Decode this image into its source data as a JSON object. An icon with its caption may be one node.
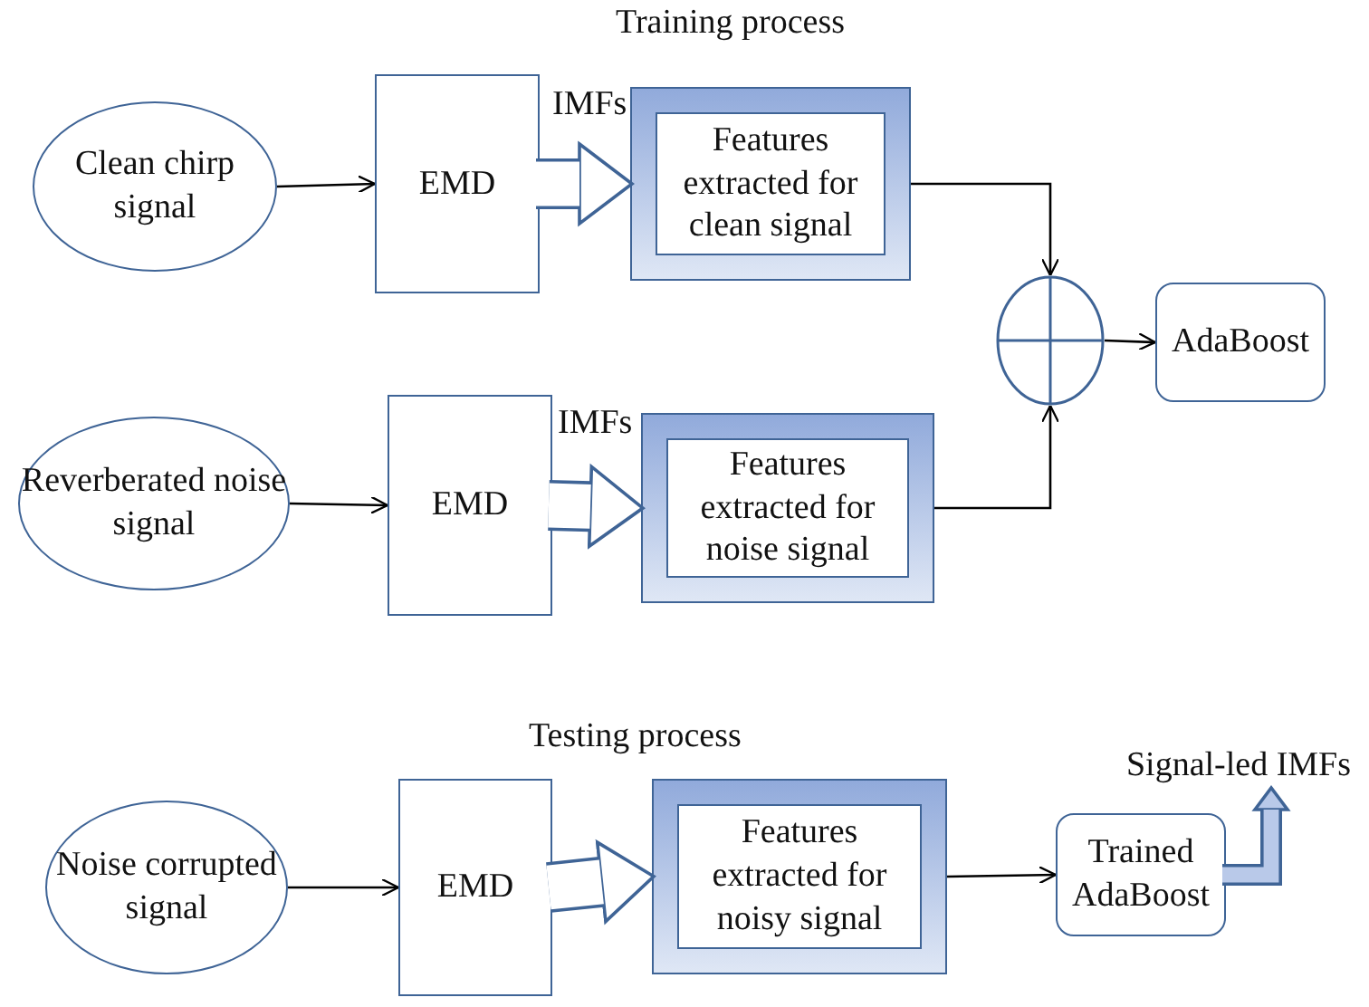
{
  "diagram": {
    "nodes": [
      {
        "text": [
          "Clean chirp signal"
        ]
      },
      {
        "text": [
          "EMD"
        ]
      },
      {
        "text": [
          "Features extracted for clean signal"
        ]
      },
      {
        "text": [
          "Reverberated noise signal"
        ]
      },
      {
        "text": [
          "EMD"
        ]
      },
      {
        "text": [
          "Features extracted for noise signal"
        ]
      },
      {
        "text": [],
        "shape": "circle"
      },
      {
        "text": [
          "AdaBoost"
        ]
      },
      {
        "text": [
          "Noise corrupted signal"
        ]
      },
      {
        "text": [
          "EMD"
        ]
      },
      {
        "text": [
          "Features extracted for noisy signal"
        ]
      },
      {
        "text": [
          "Trained AdaBoost"
        ]
      },
      {
        "text": [
          "Signal-led IMFs"
        ]
      }
    ],
    "edges": [
      {
        "from": 0,
        "to": 1,
        "arrow": "to"
      },
      {
        "from": 1,
        "to": 2,
        "arrow": "to",
        "label": "IMFs",
        "style": "thick",
        "color": "#3f6496"
      },
      {
        "from": 2,
        "to": 6,
        "arrow": "to"
      },
      {
        "from": 3,
        "to": 4,
        "arrow": "to"
      },
      {
        "from": 4,
        "to": 5,
        "arrow": "to",
        "label": "IMFs",
        "style": "thick",
        "color": "#3f6496"
      },
      {
        "from": 5,
        "to": 6,
        "arrow": "to"
      },
      {
        "from": 6,
        "to": 7,
        "arrow": "to"
      },
      {
        "from": 8,
        "to": 9,
        "arrow": "to"
      },
      {
        "from": 9,
        "to": 10,
        "arrow": "to",
        "style": "thick",
        "color": "#3f6496"
      },
      {
        "from": 10,
        "to": 11,
        "arrow": "to"
      },
      {
        "from": 11,
        "to": 12,
        "arrow": "to",
        "style": "thick",
        "color": "#3f6496"
      }
    ],
    "labels": [
      "Training process",
      "Testing process"
    ]
  }
}
